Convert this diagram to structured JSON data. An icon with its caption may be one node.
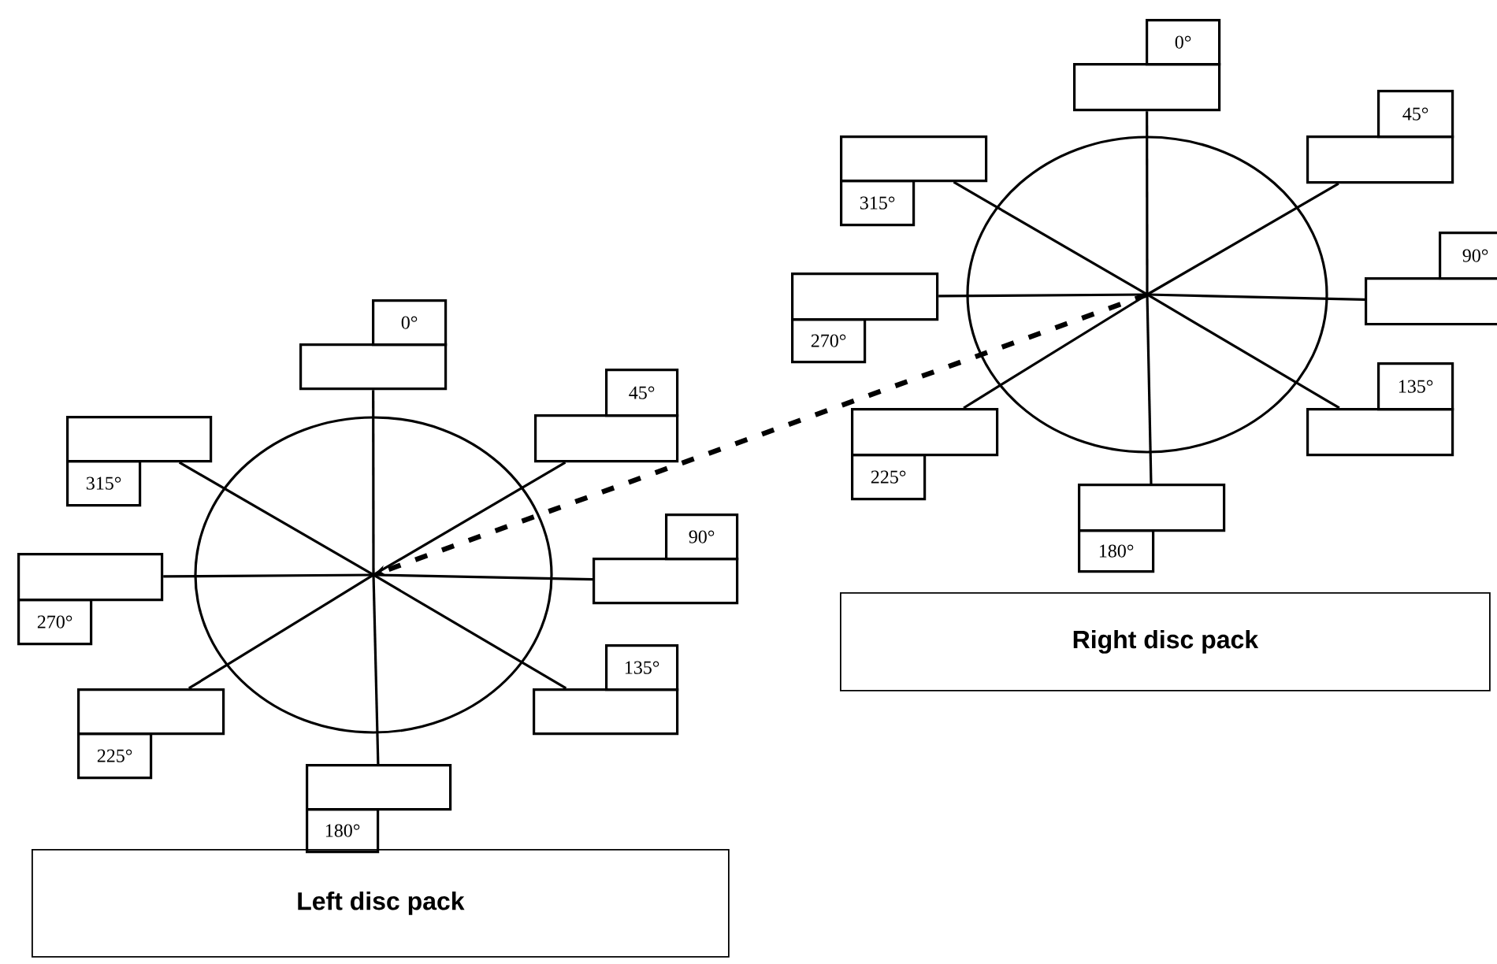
{
  "diagram": {
    "nodes": [
      {
        "text": [],
        "shape": "circle"
      },
      {
        "text": [],
        "shape": "box"
      },
      {
        "text": [
          "0°"
        ]
      },
      {
        "text": [],
        "shape": "box"
      },
      {
        "text": [
          "45°"
        ]
      },
      {
        "text": [],
        "shape": "box"
      },
      {
        "text": [
          "90°"
        ]
      },
      {
        "text": [],
        "shape": "box"
      },
      {
        "text": [
          "135°"
        ]
      },
      {
        "text": [],
        "shape": "box"
      },
      {
        "text": [
          "180°"
        ]
      },
      {
        "text": [],
        "shape": "box"
      },
      {
        "text": [
          "225°"
        ]
      },
      {
        "text": [],
        "shape": "box"
      },
      {
        "text": [
          "270°"
        ]
      },
      {
        "text": [],
        "shape": "box"
      },
      {
        "text": [
          "315°"
        ]
      },
      {
        "text": [
          "Right disc pack"
        ]
      },
      {
        "text": [],
        "shape": "circle"
      },
      {
        "text": [],
        "shape": "box"
      },
      {
        "text": [
          "0°"
        ]
      },
      {
        "text": [],
        "shape": "box"
      },
      {
        "text": [
          "45°"
        ]
      },
      {
        "text": [],
        "shape": "box"
      },
      {
        "text": [
          "90°"
        ]
      },
      {
        "text": [],
        "shape": "box"
      },
      {
        "text": [
          "135°"
        ]
      },
      {
        "text": [],
        "shape": "box"
      },
      {
        "text": [
          "180°"
        ]
      },
      {
        "text": [],
        "shape": "box"
      },
      {
        "text": [
          "225°"
        ]
      },
      {
        "text": [],
        "shape": "box"
      },
      {
        "text": [
          "270°"
        ]
      },
      {
        "text": [],
        "shape": "box"
      },
      {
        "text": [
          "315°"
        ]
      },
      {
        "text": [
          "Left disc pack"
        ]
      }
    ],
    "edges": [
      {
        "from": 0,
        "to": 1,
        "arrow": "none"
      },
      {
        "from": 0,
        "to": 3,
        "arrow": "none"
      },
      {
        "from": 0,
        "to": 5,
        "arrow": "none"
      },
      {
        "from": 0,
        "to": 7,
        "arrow": "none"
      },
      {
        "from": 0,
        "to": 9,
        "arrow": "none"
      },
      {
        "from": 0,
        "to": 11,
        "arrow": "none"
      },
      {
        "from": 0,
        "to": 13,
        "arrow": "none"
      },
      {
        "from": 0,
        "to": 15,
        "arrow": "none"
      },
      {
        "from": 18,
        "to": 19,
        "arrow": "none"
      },
      {
        "from": 18,
        "to": 21,
        "arrow": "none"
      },
      {
        "from": 18,
        "to": 23,
        "arrow": "none"
      },
      {
        "from": 18,
        "to": 25,
        "arrow": "none"
      },
      {
        "from": 18,
        "to": 27,
        "arrow": "none"
      },
      {
        "from": 18,
        "to": 29,
        "arrow": "none"
      },
      {
        "from": 18,
        "to": 31,
        "arrow": "none"
      },
      {
        "from": 18,
        "to": 33,
        "arrow": "none"
      },
      {
        "from": 0,
        "to": 18,
        "arrow": "to",
        "style": "dashed"
      }
    ]
  }
}
